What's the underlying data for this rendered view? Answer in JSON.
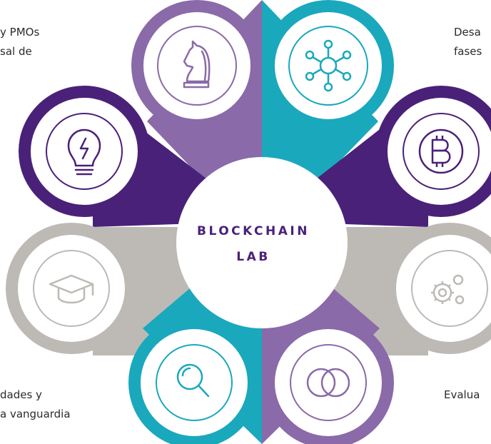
{
  "center": {
    "line1": "BLOCKCHAIN",
    "line2": "LAB"
  },
  "texts": {
    "top_left": [
      "y PMOs",
      "sal de"
    ],
    "top_right": [
      "Desa",
      "fases"
    ],
    "bottom_left": [
      "dades y",
      "a vanguardia"
    ],
    "bottom_right": [
      "Evalua"
    ]
  },
  "petals": [
    {
      "id": "top-left",
      "icon": "chess-knight-icon",
      "color": "#8a6aa8"
    },
    {
      "id": "top-right",
      "icon": "network-nodes-icon",
      "color": "#1aa8bd"
    },
    {
      "id": "left-upper",
      "icon": "lightbulb-icon",
      "color": "#4a2178"
    },
    {
      "id": "right-upper",
      "icon": "bitcoin-icon",
      "color": "#4a2178"
    },
    {
      "id": "left-lower",
      "icon": "graduation-cap-icon",
      "color": "#bdbab5"
    },
    {
      "id": "right-lower",
      "icon": "gears-icon",
      "color": "#bdbab5"
    },
    {
      "id": "bottom-left",
      "icon": "magnifier-icon",
      "color": "#1aa8bd"
    },
    {
      "id": "bottom-right",
      "icon": "overlapping-circles-icon",
      "color": "#8a6aa8"
    }
  ]
}
